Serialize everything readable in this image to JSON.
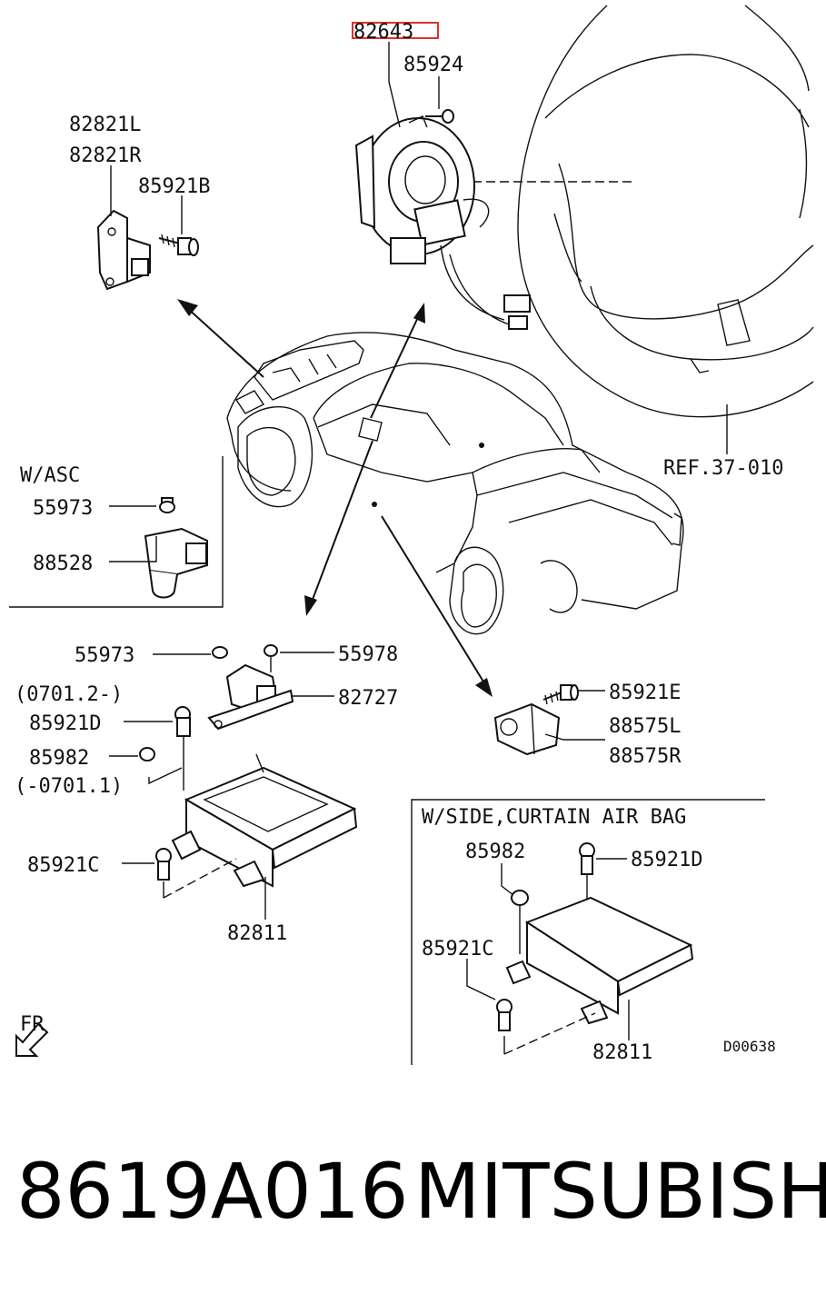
{
  "labels": {
    "p82643": "82643",
    "p85924": "85924",
    "p82821L": "82821L",
    "p82821R": "82821R",
    "p85921B": "85921B",
    "ref": "REF.37-010",
    "wasc": "W/ASC",
    "p55973a": "55973",
    "p88528": "88528",
    "p55973b": "55973",
    "p55978": "55978",
    "p82727": "82727",
    "date1": "(0701.2-)",
    "p85921Da": "85921D",
    "p85982a": "85982",
    "date2": "(-0701.1)",
    "p85921E": "85921E",
    "p88575L": "88575L",
    "p88575R": "88575R",
    "p85921Ca": "85921C",
    "p82811a": "82811",
    "side": "W/SIDE,CURTAIN AIR BAG",
    "p85982b": "85982",
    "p85921Db": "85921D",
    "p85921Cb": "85921C",
    "p82811b": "82811",
    "fr": "FR",
    "code": "D00638"
  },
  "highlight_color": "#e0302a",
  "footer": {
    "part_number": "8619A016",
    "brand": "MITSUBISHI"
  }
}
